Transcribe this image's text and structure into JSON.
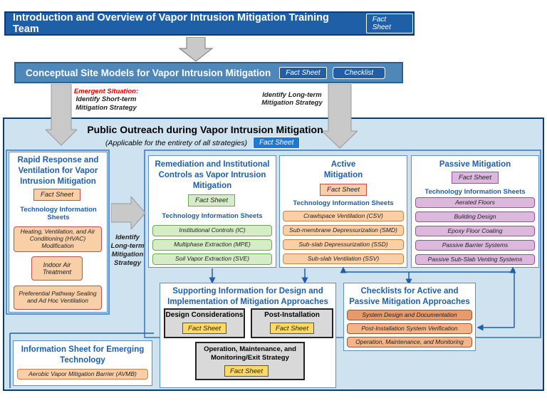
{
  "top_banner": {
    "title": "Introduction and Overview of Vapor Intrusion Mitigation Training Team",
    "fact_sheet": "Fact Sheet"
  },
  "csm_banner": {
    "title": "Conceptual Site Models for Vapor Intrusion Mitigation",
    "fact_sheet": "Fact Sheet",
    "checklist": "Checklist"
  },
  "emergent": {
    "label": "Emergent Situation:",
    "text": "Identify Short-term Mitigation Strategy"
  },
  "long_term_top": "Identify Long-term Mitigation Strategy",
  "outreach": {
    "title": "Public Outreach during Vapor Intrusion Mitigation",
    "subtitle": "(Applicable for the entirety of all strategies)",
    "fact_sheet": "Fact Sheet"
  },
  "rapid": {
    "title": "Rapid Response and Ventilation for Vapor Intrusion Mitigation",
    "fact_sheet": "Fact Sheet",
    "sheets_heading": "Technology Information Sheets",
    "items": [
      "Heating, Ventilation, and Air Conditioning (HVAC) Modification",
      "Indoor Air Treatment",
      "Preferential Pathway Sealing and Ad Hoc Ventilation"
    ]
  },
  "long_term_mid": "Identify Long-term Mitigation Strategy",
  "remediation": {
    "title": "Remediation and Institutional Controls as Vapor Intrusion Mitigation",
    "fact_sheet": "Fact Sheet",
    "sheets_heading": "Technology Information Sheets",
    "items": [
      "Institutional Controls (IC)",
      "Multiphase Extraction (MPE)",
      "Soil Vapor Extraction (SVE)"
    ]
  },
  "active": {
    "title": "Active Mitigation",
    "fact_sheet": "Fact Sheet",
    "sheets_heading": "Technology Information Sheets",
    "items": [
      "Crawlspace Ventilation (CSV)",
      "Sub-membrane Depressurization (SMD)",
      "Sub-slab Depressurization (SSD)",
      "Sub-slab Ventilation (SSV)"
    ]
  },
  "passive": {
    "title": "Passive Mitigation",
    "fact_sheet": "Fact Sheet",
    "sheets_heading": "Technology Information Sheets",
    "items": [
      "Aerated Floors",
      "Building Design",
      "Epoxy Floor Coating",
      "Passive Barrier Systems",
      "Passive Sub-Slab Venting Systems"
    ]
  },
  "supporting": {
    "title": "Supporting Information for Design and Implementation of Mitigation Approaches",
    "design": {
      "title": "Design Considerations",
      "fact_sheet": "Fact Sheet"
    },
    "post": {
      "title": "Post-Installation",
      "fact_sheet": "Fact Sheet"
    },
    "om": {
      "title": "Operation, Maintenance, and Monitoring/Exit Strategy",
      "fact_sheet": "Fact Sheet"
    }
  },
  "checklists": {
    "title": "Checklists for Active and Passive Mitigation Approaches",
    "items": [
      "System Design and Documentation",
      "Post-Installation System Verification",
      "Operation, Maintenance, and Monitoring"
    ]
  },
  "emerging": {
    "title": "Information Sheet for Emerging Technology",
    "item": "Aerobic Vapor Mitigation Barrier (AVMB)"
  },
  "colors": {
    "navy": "#1f5fa8",
    "panel_bg": "#cfe2f0",
    "steel": "#4f87b8"
  }
}
